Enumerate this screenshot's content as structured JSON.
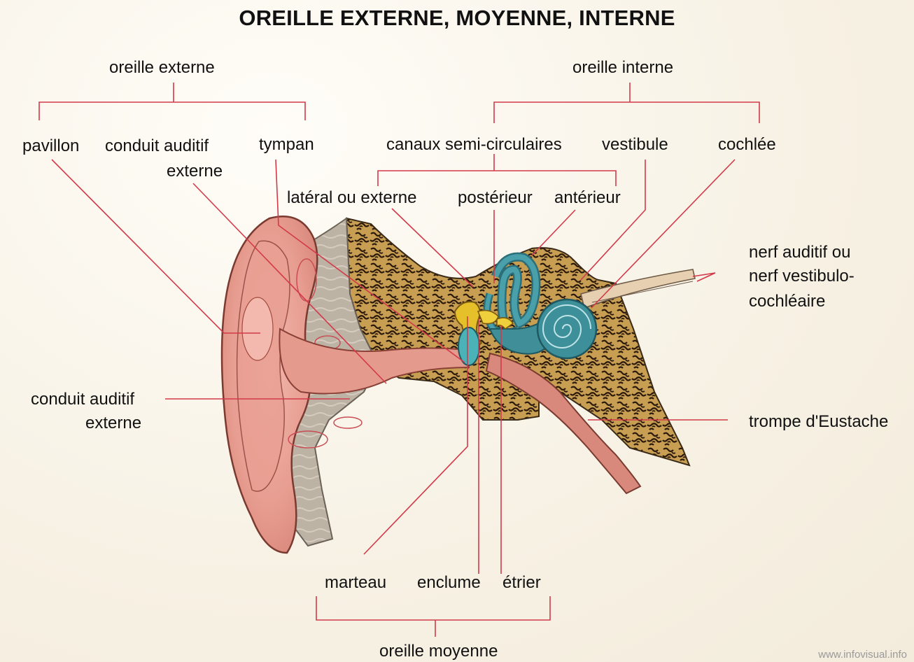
{
  "title": "OREILLE EXTERNE, MOYENNE, INTERNE",
  "labels": {
    "oreille_externe": "oreille externe",
    "pavillon": "pavillon",
    "conduit_auditif_top_1": "conduit auditif",
    "conduit_auditif_top_2": "externe",
    "tympan": "tympan",
    "oreille_interne": "oreille interne",
    "canaux": "canaux semi-circulaires",
    "vestibule": "vestibule",
    "cochlee": "cochlée",
    "lateral": "latéral ou externe",
    "posterieur": "postérieur",
    "anterieur": "antérieur",
    "nerf_1": "nerf auditif ou",
    "nerf_2": "nerf vestibulo-",
    "nerf_3": "cochléaire",
    "conduit_auditif_left_1": "conduit auditif",
    "conduit_auditif_left_2": "externe",
    "trompe": "trompe d'Eustache",
    "marteau": "marteau",
    "enclume": "enclume",
    "etrier": "étrier",
    "oreille_moyenne": "oreille moyenne"
  },
  "watermark": "www.infovisual.info",
  "colors": {
    "leader": "#d23a4a",
    "skin": "#e8a59b",
    "bone": "#c9a255",
    "cartilage": "#bdb3a5",
    "labyrinth": "#3d8f9a",
    "ossicle": "#e6c02a"
  }
}
